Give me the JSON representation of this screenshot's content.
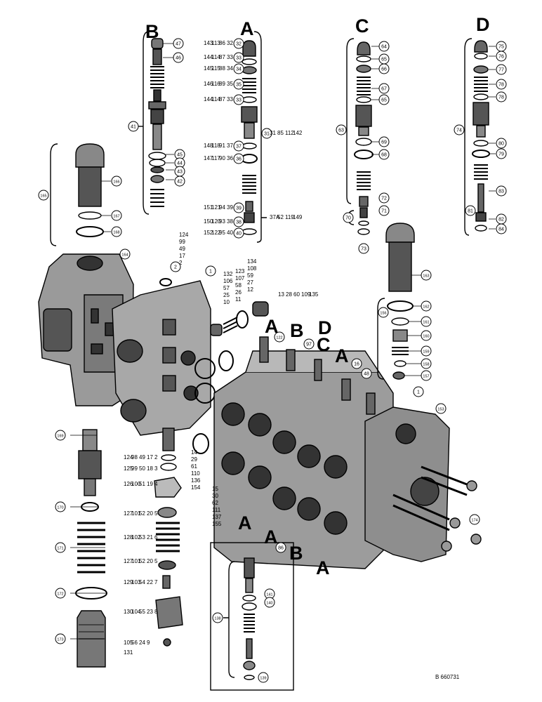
{
  "section_letters": [
    "A",
    "B",
    "C",
    "D",
    "A",
    "B",
    "D",
    "C",
    "A",
    "A",
    "A",
    "B",
    "A"
  ],
  "balloons": [
    "47",
    "46",
    "45",
    "44",
    "43",
    "42",
    "41",
    "32",
    "33",
    "34",
    "35",
    "33",
    "37",
    "36",
    "39",
    "38",
    "40",
    "31",
    "64",
    "65",
    "66",
    "67",
    "65",
    "69",
    "68",
    "72",
    "71",
    "70",
    "73",
    "63",
    "75",
    "76",
    "77",
    "78",
    "78",
    "80",
    "79",
    "83",
    "82",
    "84",
    "81",
    "74",
    "166",
    "167",
    "168",
    "165",
    "164",
    "1",
    "2",
    "163",
    "162",
    "161",
    "160",
    "159",
    "158",
    "157",
    "156",
    "153",
    "174",
    "122",
    "97",
    "16",
    "48",
    "1",
    "169",
    "170",
    "171",
    "172",
    "173",
    "86",
    "138",
    "141",
    "140",
    "139"
  ],
  "group_refs": {
    "a1": [
      "143",
      "113",
      "86",
      "32"
    ],
    "a2": [
      "144",
      "114",
      "87",
      "33"
    ],
    "a3": [
      "145",
      "115",
      "88",
      "34"
    ],
    "a4": [
      "146",
      "116",
      "89",
      "35"
    ],
    "a5": [
      "144",
      "114",
      "87",
      "33"
    ],
    "a6": [
      "148",
      "118",
      "91",
      "37"
    ],
    "a7": [
      "147",
      "117",
      "90",
      "36"
    ],
    "a8": [
      "151",
      "121",
      "94",
      "39"
    ],
    "a9": [
      "150",
      "120",
      "93",
      "38"
    ],
    "a10": [
      "152",
      "122",
      "95",
      "40"
    ],
    "a_bracket": [
      "31",
      "85",
      "112",
      "142"
    ],
    "a_bracket2": [
      "37A",
      "52",
      "119",
      "149"
    ],
    "col_left": [
      "124",
      "99",
      "49",
      "17",
      "2"
    ],
    "col_mid": [
      "132",
      "106",
      "57",
      "25",
      "10"
    ],
    "col_mid2": [
      "123",
      "107",
      "58",
      "26",
      "11"
    ],
    "col_right": [
      "134",
      "108",
      "59",
      "27",
      "12"
    ],
    "plug_right": [
      "13",
      "28",
      "60",
      "109",
      "135"
    ],
    "lower_col": [
      "14",
      "29",
      "61",
      "110",
      "136",
      "154"
    ],
    "lower_col2": [
      "15",
      "30",
      "62",
      "111",
      "137",
      "155"
    ],
    "l1": [
      "124",
      "98",
      "49",
      "17",
      "2"
    ],
    "l2": [
      "125",
      "99",
      "50",
      "18",
      "3"
    ],
    "l3": [
      "126",
      "100",
      "51",
      "19",
      "4"
    ],
    "l4": [
      "127",
      "101",
      "52",
      "20",
      "5"
    ],
    "l5": [
      "128",
      "102",
      "53",
      "21",
      "6"
    ],
    "l6": [
      "127",
      "101",
      "52",
      "20",
      "5"
    ],
    "l7": [
      "129",
      "103",
      "54",
      "22",
      "7"
    ],
    "l8": [
      "130",
      "104",
      "55",
      "23",
      "8"
    ],
    "l9": [
      "105",
      "56",
      "24",
      "9"
    ],
    "l9b": [
      "131"
    ]
  },
  "figure_code": "B 660731"
}
